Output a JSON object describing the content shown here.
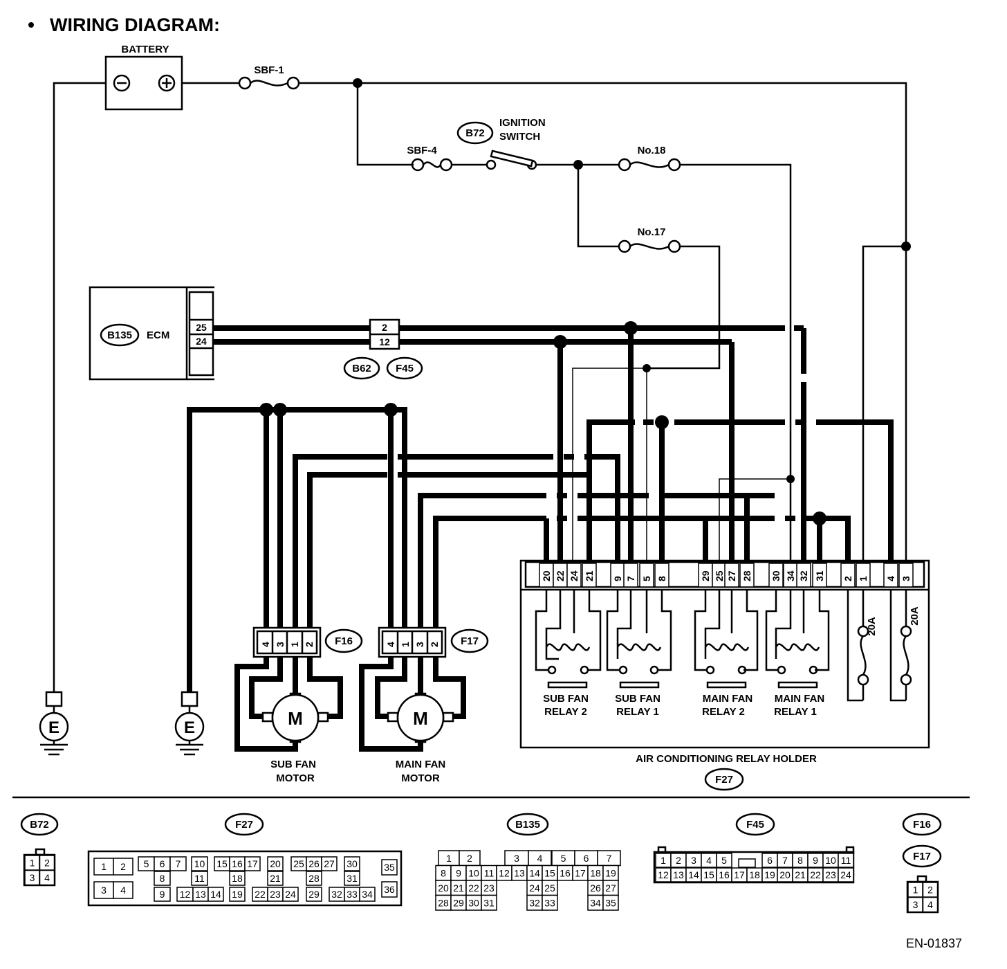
{
  "title": "WIRING DIAGRAM:",
  "labels": {
    "battery": "BATTERY",
    "sbf1": "SBF-1",
    "sbf4": "SBF-4",
    "ignition_switch_1": "IGNITION",
    "ignition_switch_2": "SWITCH",
    "no18": "No.18",
    "no17": "No.17",
    "ecm": "ECM",
    "sub_fan_motor_1": "SUB FAN",
    "sub_fan_motor_2": "MOTOR",
    "main_fan_motor_1": "MAIN FAN",
    "main_fan_motor_2": "MOTOR",
    "sub_fan_relay_2_a": "SUB FAN",
    "sub_fan_relay_2_b": "RELAY 2",
    "sub_fan_relay_1_a": "SUB FAN",
    "sub_fan_relay_1_b": "RELAY 1",
    "main_fan_relay_2_a": "MAIN FAN",
    "main_fan_relay_2_b": "RELAY 2",
    "main_fan_relay_1_a": "MAIN FAN",
    "main_fan_relay_1_b": "RELAY 1",
    "relay_holder": "AIR CONDITIONING RELAY HOLDER",
    "fuse_20a": "20A",
    "ground": "E",
    "motor": "M",
    "doc_id": "EN-01837"
  },
  "connector_ids": {
    "b72": "B72",
    "b135": "B135",
    "b62": "B62",
    "f45": "F45",
    "f16": "F16",
    "f17": "F17",
    "f27": "F27"
  },
  "ecm_pins": [
    "25",
    "24"
  ],
  "junction_pins": [
    "2",
    "12"
  ],
  "f16_pins": [
    "4",
    "3",
    "1",
    "2"
  ],
  "f17_pins": [
    "4",
    "1",
    "3",
    "2"
  ],
  "relay_holder_pins": [
    "20",
    "22",
    "24",
    "21",
    "9",
    "7",
    "5",
    "8",
    "29",
    "25",
    "27",
    "28",
    "30",
    "34",
    "32",
    "31",
    "2",
    "1",
    "4",
    "3"
  ],
  "b72_pins": [
    [
      "1",
      "2"
    ],
    [
      "3",
      "4"
    ]
  ],
  "f16_f17_pins": [
    [
      "1",
      "2"
    ],
    [
      "3",
      "4"
    ]
  ],
  "f27_pins": [
    "1",
    "2",
    "3",
    "4",
    "5",
    "6",
    "7",
    "8",
    "9",
    "10",
    "11",
    "12",
    "13",
    "14",
    "15",
    "16",
    "17",
    "18",
    "19",
    "20",
    "21",
    "22",
    "23",
    "24",
    "25",
    "26",
    "27",
    "28",
    "29",
    "30",
    "31",
    "32",
    "33",
    "34",
    "35",
    "36"
  ],
  "b135_rows": [
    [
      "1",
      "2",
      "",
      "3",
      "4",
      "5",
      "6",
      "7"
    ],
    [
      "8",
      "9",
      "10",
      "11",
      "12",
      "13",
      "14",
      "15",
      "16",
      "17",
      "18",
      "19"
    ],
    [
      "20",
      "21",
      "22",
      "23",
      "",
      "24",
      "25",
      "",
      "26",
      "27"
    ],
    [
      "28",
      "29",
      "30",
      "31",
      "",
      "32",
      "33",
      "",
      "34",
      "35"
    ]
  ],
  "f45_rows": [
    [
      "1",
      "2",
      "3",
      "4",
      "5",
      "6",
      "7",
      "8",
      "9",
      "10",
      "11"
    ],
    [
      "12",
      "13",
      "14",
      "15",
      "16",
      "17",
      "18",
      "19",
      "20",
      "21",
      "22",
      "23",
      "24"
    ]
  ]
}
